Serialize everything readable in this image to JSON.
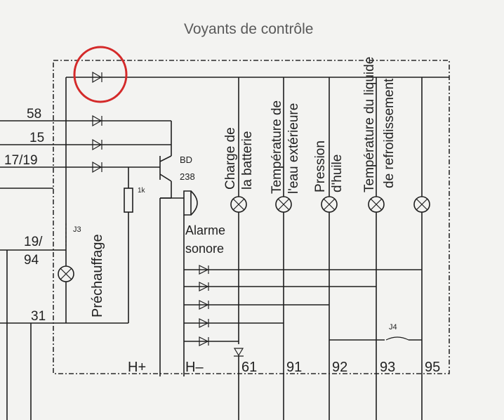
{
  "title": "Voyants de contrôle",
  "terminals_left": [
    "58",
    "15",
    "17/19",
    "19/",
    "94",
    "31"
  ],
  "terminals_bottom": [
    "H+",
    "H–",
    "61",
    "91",
    "92",
    "93",
    "95"
  ],
  "components": {
    "transistor": "BD",
    "transistor_num": "238",
    "resistor": "1k",
    "jumper_left": "J3",
    "jumper_right": "J4"
  },
  "labels": {
    "preheat": "Préchauffage",
    "alarm_line1": "Alarme",
    "alarm_line2": "sonore"
  },
  "indicators": [
    {
      "line1": "Charge de",
      "line2": "la batterie"
    },
    {
      "line1": "Température de",
      "line2": "l'eau extérieure"
    },
    {
      "line1": "Pression",
      "line2": "d'huile"
    },
    {
      "line1": "Température du liquide",
      "line2": "de refroidissement"
    }
  ],
  "annotation_color": "#d42a2a"
}
